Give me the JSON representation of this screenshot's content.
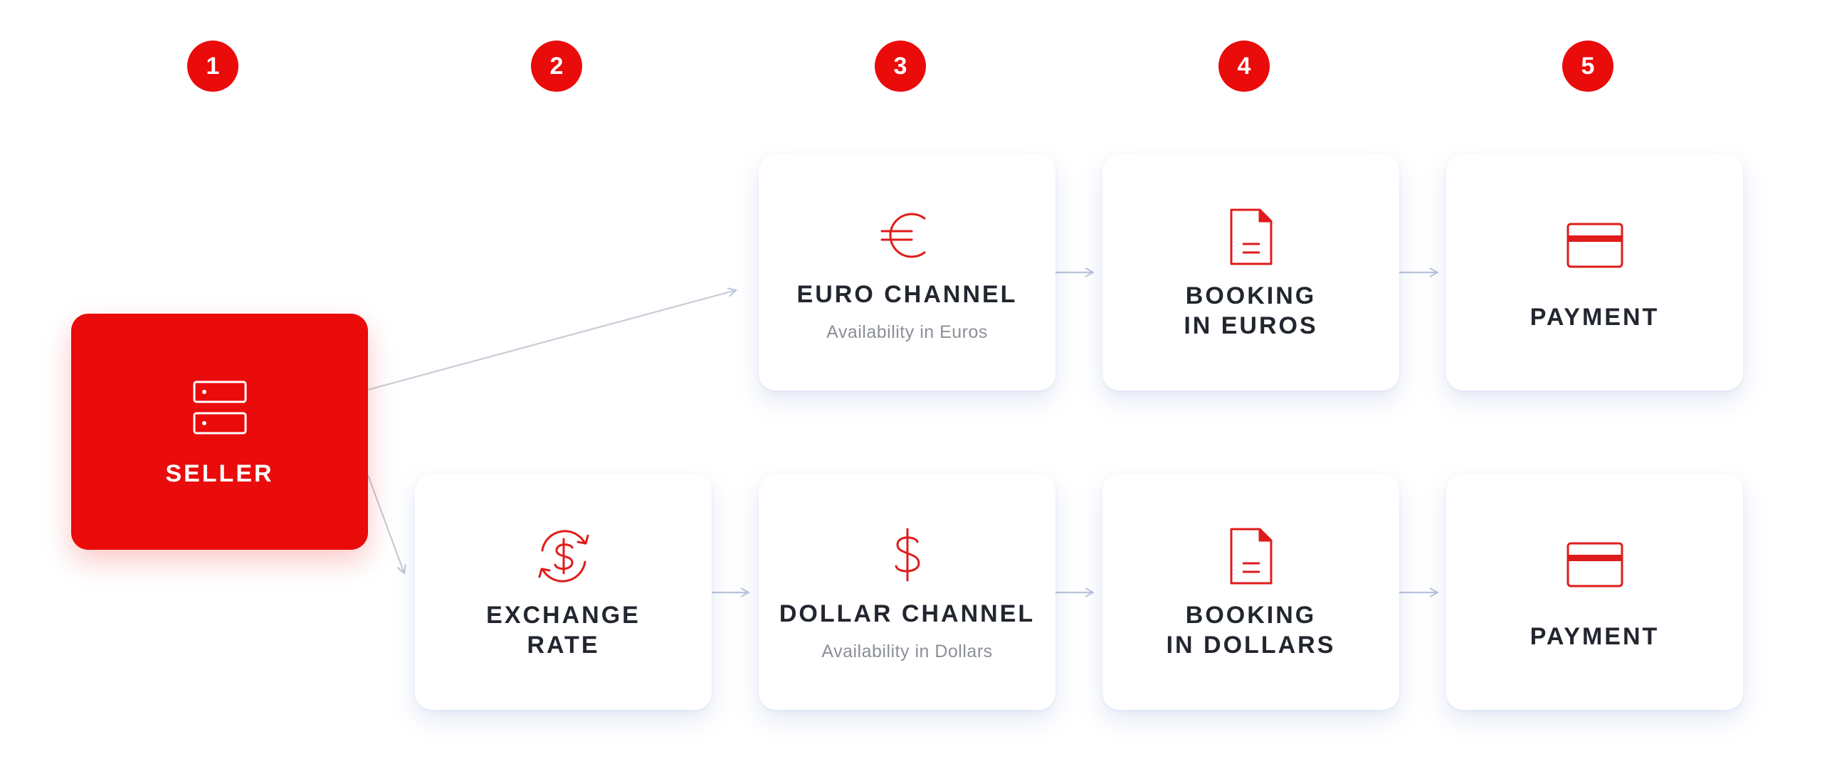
{
  "steps": [
    "1",
    "2",
    "3",
    "4",
    "5"
  ],
  "colors": {
    "accent": "#ea0b0b",
    "text": "#22262e",
    "muted": "#8b8f97",
    "arrow": "#b9c4dc"
  },
  "seller": {
    "title": "SELLER",
    "icon": "server-icon"
  },
  "exchange": {
    "line1": "EXCHANGE",
    "line2": "RATE",
    "icon": "currency-exchange-icon"
  },
  "euro_channel": {
    "title": "EURO CHANNEL",
    "subtitle": "Availability in Euros",
    "icon": "euro-icon"
  },
  "dollar_channel": {
    "title": "DOLLAR CHANNEL",
    "subtitle": "Availability in Dollars",
    "icon": "dollar-icon"
  },
  "booking_euros": {
    "line1": "BOOKING",
    "line2": "IN EUROS",
    "icon": "document-icon"
  },
  "booking_dollars": {
    "line1": "BOOKING",
    "line2": "IN DOLLARS",
    "icon": "document-icon"
  },
  "payment_top": {
    "title": "PAYMENT",
    "icon": "credit-card-icon"
  },
  "payment_bottom": {
    "title": "PAYMENT",
    "icon": "credit-card-icon"
  }
}
